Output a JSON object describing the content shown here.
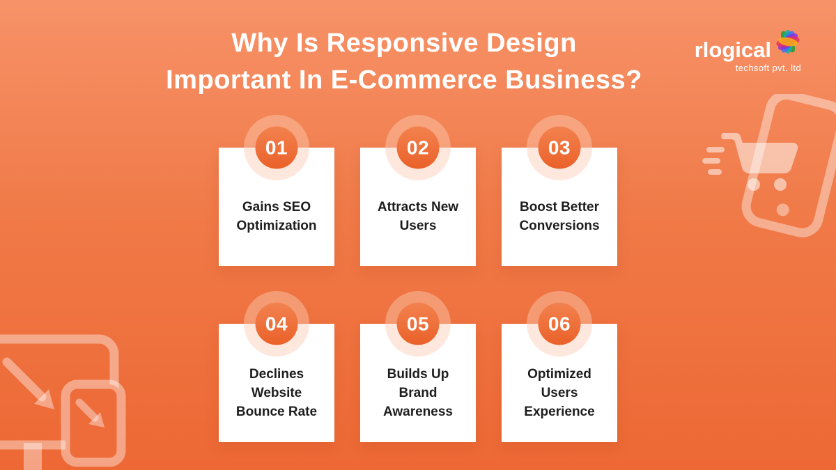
{
  "colors": {
    "background_top": "#f79268",
    "background_bottom": "#ed6834",
    "accent_orange": "#ee6f3d",
    "card_bg": "#ffffff",
    "card_text": "#1d1d1d",
    "title_text": "#ffffff"
  },
  "header": {
    "title_line1": "Why Is Responsive Design",
    "title_line2": "Important In E-Commerce Business?"
  },
  "logo": {
    "name": "rlogical",
    "subtitle": "techsoft pvt. ltd",
    "icon": "rlogical-petal-logo-icon"
  },
  "cards": [
    {
      "number": "01",
      "label": "Gains SEO Optimization"
    },
    {
      "number": "02",
      "label": "Attracts New Users"
    },
    {
      "number": "03",
      "label": "Boost Better Conversions"
    },
    {
      "number": "04",
      "label": "Declines Website Bounce Rate"
    },
    {
      "number": "05",
      "label": "Builds Up Brand Awareness"
    },
    {
      "number": "06",
      "label": "Optimized Users Experience"
    }
  ],
  "decorations": {
    "top_right": "mobile-phone-shopping-cart-icon",
    "bottom_left": "responsive-screens-arrows-icon"
  }
}
